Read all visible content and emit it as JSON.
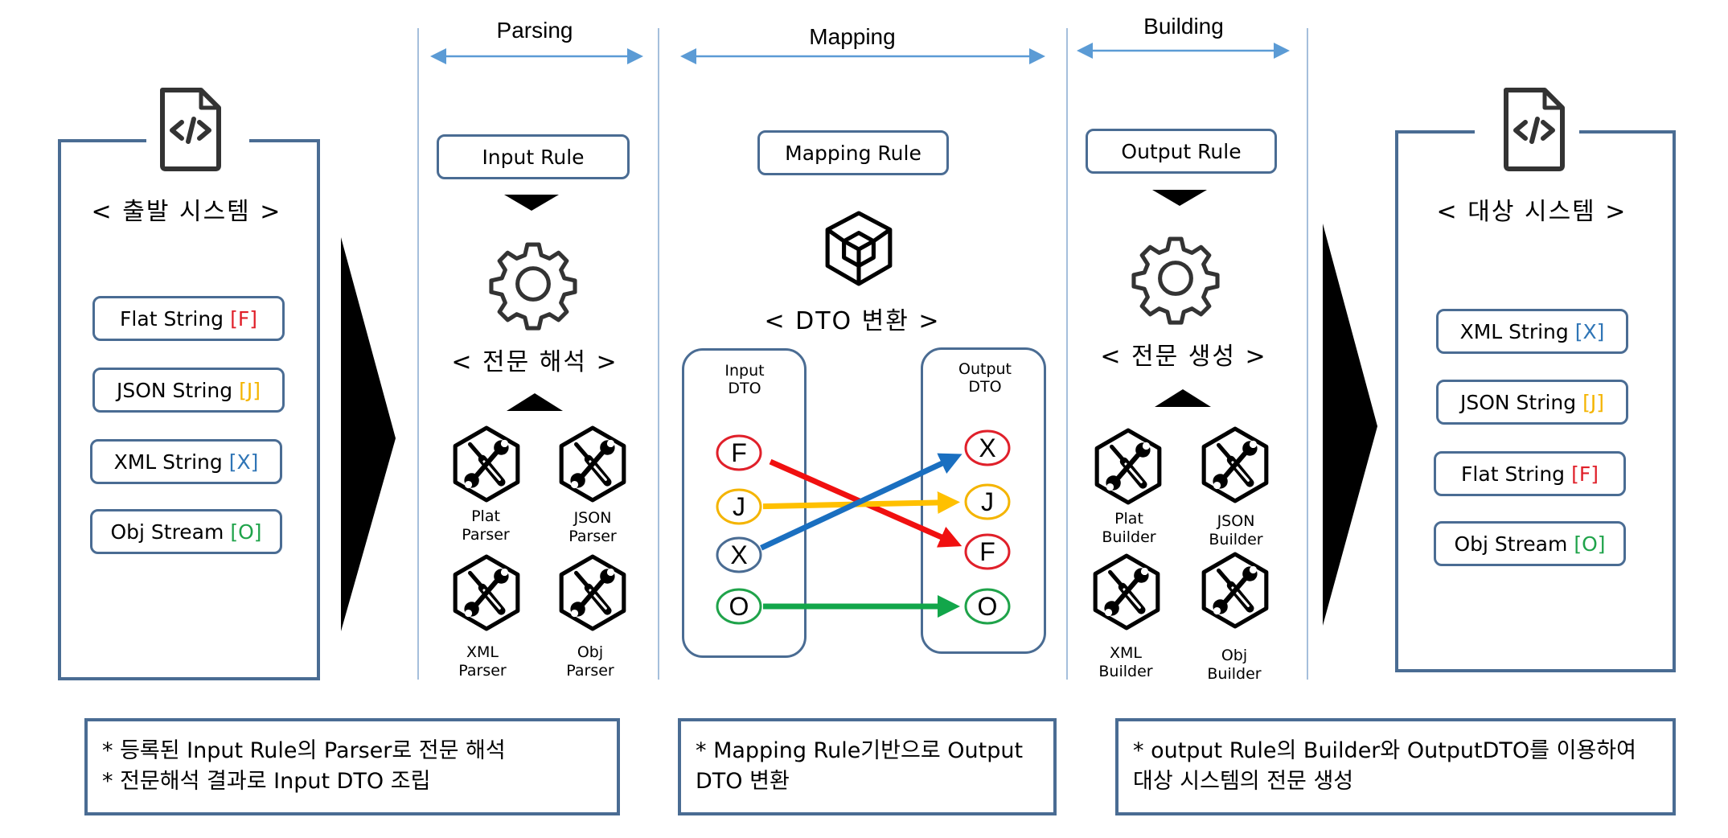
{
  "phases": {
    "parsing": "Parsing",
    "mapping": "Mapping",
    "building": "Building"
  },
  "source_system": {
    "title": "< 출발 시스템 >",
    "icon": "code-file-icon",
    "items": [
      {
        "label": "Flat String",
        "tag": "[F]",
        "tag_color": "#e0202a"
      },
      {
        "label": "JSON String",
        "tag": "[J]",
        "tag_color": "#f4b400"
      },
      {
        "label": "XML String",
        "tag": "[X]",
        "tag_color": "#2f75b6"
      },
      {
        "label": "Obj Stream",
        "tag": "[O]",
        "tag_color": "#1fa34a"
      }
    ]
  },
  "parsing": {
    "rule": "Input Rule",
    "title": "< 전문 해석 >",
    "icon": "gear-icon",
    "tools": [
      {
        "label": "Plat\nParser"
      },
      {
        "label": "JSON\nParser"
      },
      {
        "label": "XML\nParser"
      },
      {
        "label": "Obj\nParser"
      }
    ]
  },
  "mapping": {
    "rule": "Mapping Rule",
    "title": "< DTO 변환 >",
    "icon": "cube-icon",
    "input_dto": {
      "label": "Input\nDTO",
      "nodes": [
        {
          "letter": "F",
          "color": "#e0202a"
        },
        {
          "letter": "J",
          "color": "#f4b400"
        },
        {
          "letter": "X",
          "color": "#4a6c93"
        },
        {
          "letter": "O",
          "color": "#1fa34a"
        }
      ]
    },
    "output_dto": {
      "label": "Output\nDTO",
      "nodes": [
        {
          "letter": "X",
          "color": "#e0202a"
        },
        {
          "letter": "J",
          "color": "#f4b400"
        },
        {
          "letter": "F",
          "color": "#e0202a"
        },
        {
          "letter": "O",
          "color": "#1fa34a"
        }
      ]
    },
    "links": [
      {
        "from": "F",
        "to": "F",
        "color": "#f01010"
      },
      {
        "from": "J",
        "to": "J",
        "color": "#ffc000"
      },
      {
        "from": "X",
        "to": "X",
        "color": "#1a6fc0"
      },
      {
        "from": "O",
        "to": "O",
        "color": "#12a64a"
      }
    ]
  },
  "building": {
    "rule": "Output Rule",
    "title": "< 전문 생성 >",
    "icon": "gear-icon",
    "tools": [
      {
        "label": "Plat\nBuilder"
      },
      {
        "label": "JSON\nBuilder"
      },
      {
        "label": "XML\nBuilder"
      },
      {
        "label": "Obj\nBuilder"
      }
    ]
  },
  "target_system": {
    "title": "< 대상 시스템 >",
    "icon": "code-file-icon",
    "items": [
      {
        "label": "XML String",
        "tag": "[X]",
        "tag_color": "#2f75b6"
      },
      {
        "label": "JSON String",
        "tag": "[J]",
        "tag_color": "#f4b400"
      },
      {
        "label": "Flat String",
        "tag": "[F]",
        "tag_color": "#e0202a"
      },
      {
        "label": "Obj Stream",
        "tag": "[O]",
        "tag_color": "#1fa34a"
      }
    ]
  },
  "notes": [
    {
      "lines": [
        "* 등록된 Input Rule의 Parser로 전문 해석",
        "* 전문해석 결과로 Input DTO 조립"
      ]
    },
    {
      "lines": [
        "* Mapping Rule기반으로  Output",
        "DTO 변환"
      ]
    },
    {
      "lines": [
        "* output Rule의 Builder와  OutputDTO를 이용하여",
        "대상 시스템의 전문 생성"
      ]
    }
  ]
}
